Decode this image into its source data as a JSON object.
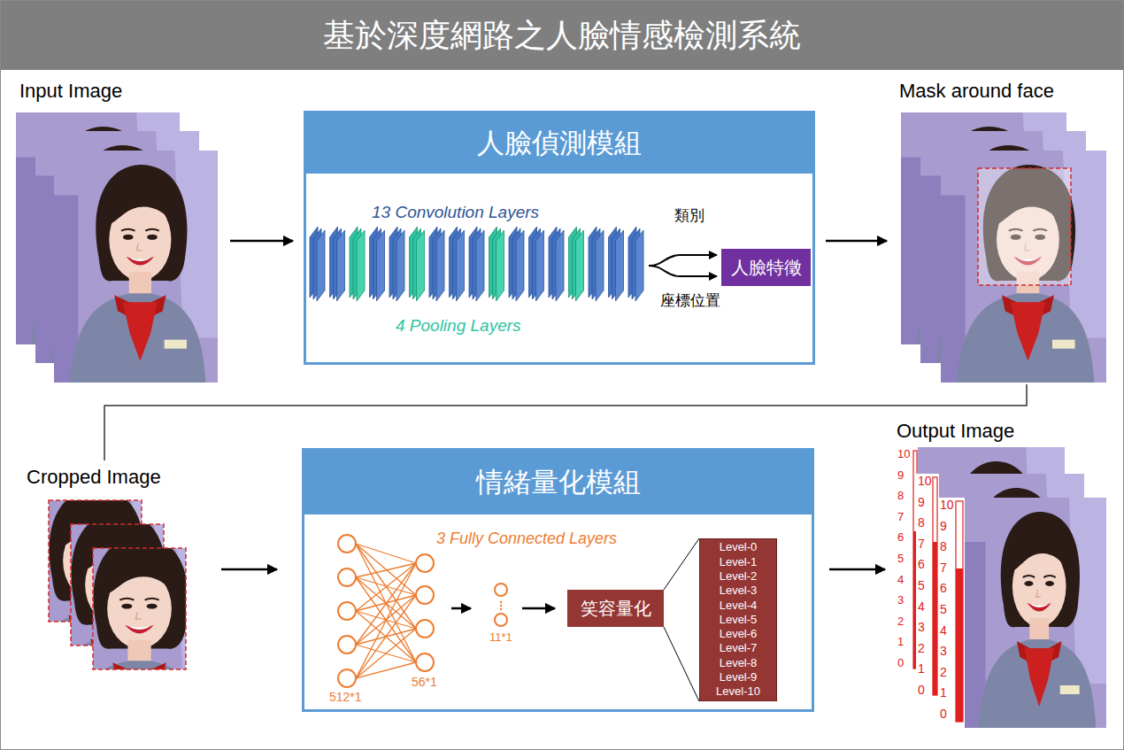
{
  "diagram": {
    "title": "基於深度網路之人臉情感檢測系統",
    "nodes": [
      {
        "text": [
          "Input Image"
        ]
      },
      {
        "text": [
          "人臉偵測模組",
          "13 Convolution Layers",
          "4 Pooling Layers"
        ]
      },
      {
        "text": [
          "人臉特徵"
        ],
        "in": 1
      },
      {
        "text": [
          "Mask around face"
        ]
      },
      {
        "text": [
          "Cropped Image"
        ]
      },
      {
        "text": [
          "情緒量化模組",
          "3 Fully Connected Layers"
        ]
      },
      {
        "text": [
          "笑容量化"
        ],
        "in": 5
      },
      {
        "text": [
          "Level-0",
          "Level-1",
          "Level-2",
          "Level-3",
          "Level-4",
          "Level-5",
          "Level-6",
          "Level-7",
          "Level-8",
          "Level-9",
          "Level-10"
        ],
        "in": 5
      },
      {
        "text": [
          "Output Image"
        ]
      }
    ],
    "edges": [
      {
        "from": 0,
        "to": 1,
        "arrow": "to"
      },
      {
        "from": 1,
        "to": 3,
        "arrow": "to"
      },
      {
        "from": 3,
        "to": 4,
        "arrow": "none"
      },
      {
        "from": 4,
        "to": 5,
        "arrow": "to"
      },
      {
        "from": 5,
        "to": 8,
        "arrow": "to"
      },
      {
        "from": 6,
        "to": 7,
        "arrow": "none"
      }
    ],
    "labels": [
      "類別",
      "座標位置",
      "512*1",
      "56*1",
      "11*1",
      "10",
      "9",
      "8",
      "7",
      "6",
      "5",
      "4",
      "3",
      "2",
      "1",
      "0",
      "10",
      "9",
      "8",
      "7",
      "6",
      "5",
      "4",
      "3",
      "2",
      "1",
      "0",
      "10",
      "9",
      "8",
      "7",
      "6",
      "5",
      "4",
      "3",
      "2",
      "1",
      "0"
    ]
  }
}
